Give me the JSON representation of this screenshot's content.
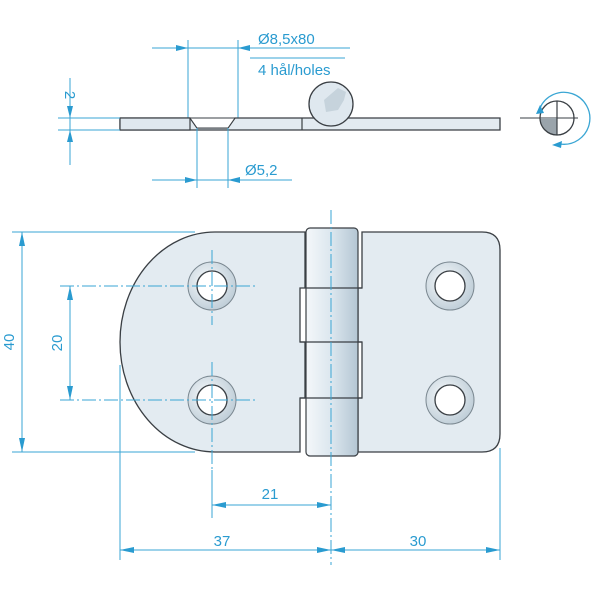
{
  "diagram": {
    "title": "Hinge technical drawing",
    "colors": {
      "dimension": "#3aa6d4",
      "text": "#2a9bd0",
      "part_fill": "#e3ebf1",
      "outline": "#3a3f44"
    },
    "side_view": {
      "countersink_label": "Ø8,5x80",
      "holes_label": "4 hål/holes",
      "thickness_label": "2",
      "hole_diameter_label": "Ø5,2"
    },
    "top_view": {
      "height_label": "40",
      "hole_spacing_label": "20",
      "hole_offset_label": "21",
      "left_leaf_label": "37",
      "right_leaf_label": "30"
    },
    "rotation_symbol": "rotation-direction-icon"
  }
}
